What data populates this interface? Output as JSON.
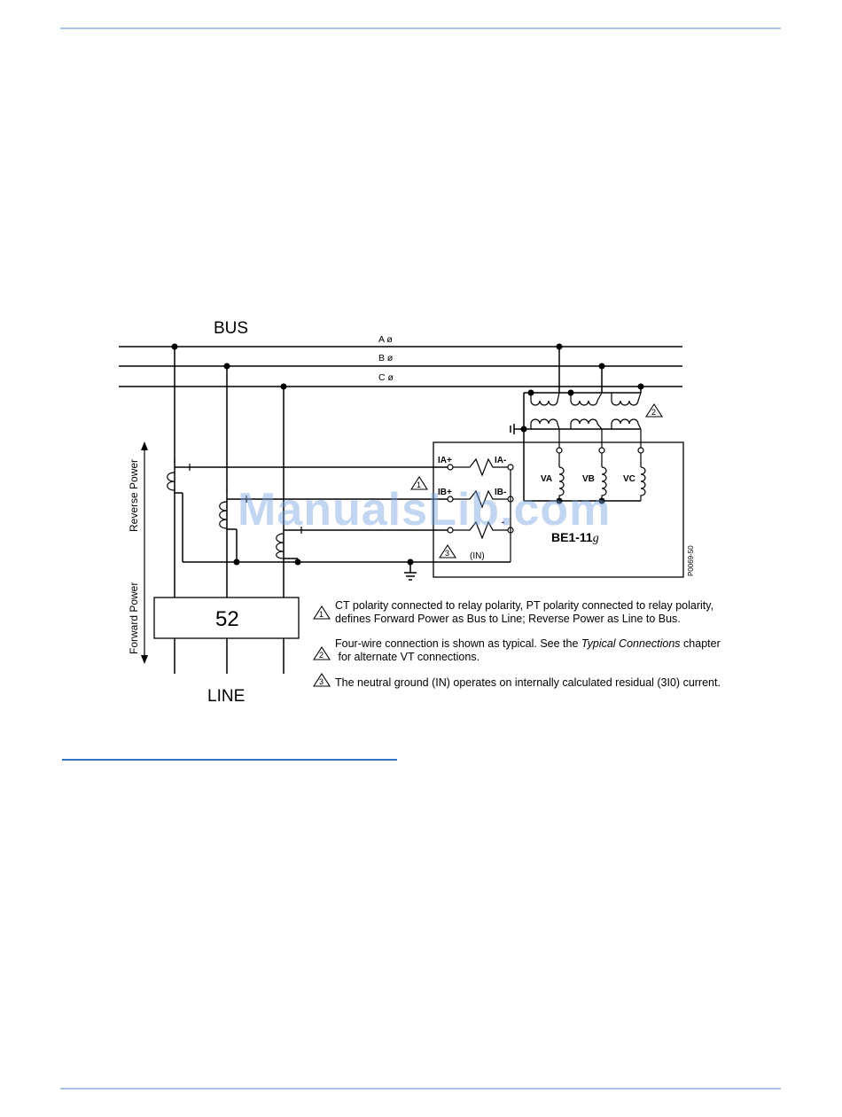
{
  "diagram": {
    "bus_label": "BUS",
    "line_label": "LINE",
    "phase_a": "A ø",
    "phase_b": "B ø",
    "phase_c": "C ø",
    "breaker_label": "52",
    "reverse_power": "Reverse Power",
    "forward_power": "Forward Power",
    "relay_name": "BE1-11",
    "relay_suffix": "g",
    "figure_id": "P0069-50",
    "terminals": {
      "ia_plus": "IA+",
      "ia_minus": "IA-",
      "ib_plus": "IB+",
      "ib_minus": "IB-",
      "ic_minus": "-",
      "in_label": "(IN)",
      "va": "VA",
      "vb": "VB",
      "vc": "VC"
    },
    "flags": {
      "one": "1",
      "two": "2",
      "three": "3"
    }
  },
  "notes": [
    {
      "flag": "1",
      "line1": "CT polarity connected to relay polarity, PT polarity connected to relay polarity,",
      "line2": "defines Forward Power as Bus to Line; Reverse Power as Line to Bus."
    },
    {
      "flag": "2",
      "pre": "Four-wire connection is shown as typical. See the ",
      "italic": "Typical Connections",
      "post": " chapter",
      "line2": " for alternate VT connections."
    },
    {
      "flag": "3",
      "line1": "The neutral ground (IN) operates on internally calculated residual (3I0) current."
    }
  ],
  "watermark": "ManualsLib.com",
  "colors": {
    "rule": "#a9c4e6",
    "section_rule": "#2f72c4",
    "watermark": "#78a5e1"
  }
}
